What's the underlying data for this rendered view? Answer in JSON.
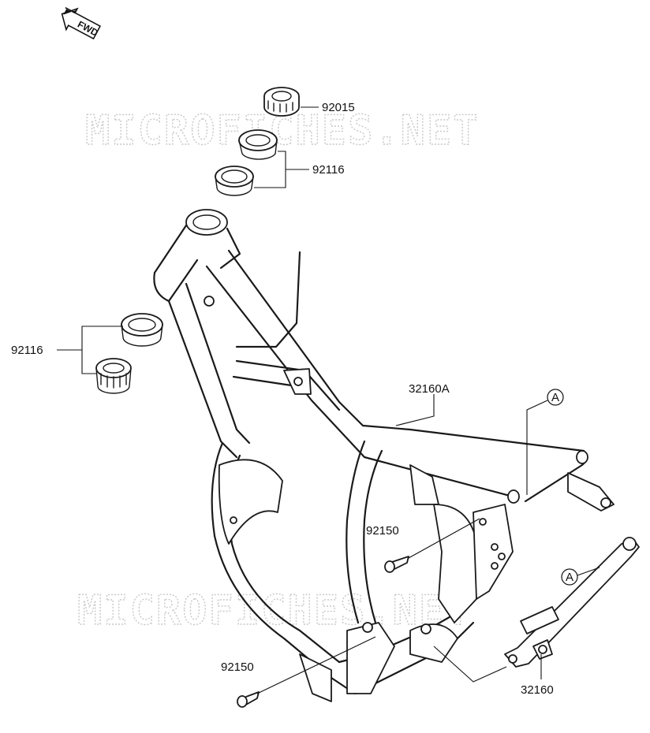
{
  "fwd_label": "FWD",
  "watermark": "MICROFICHES.NET",
  "callouts": {
    "p92015": "92015",
    "p92116_top": "92116",
    "p92116_left": "92116",
    "p32160A": "32160A",
    "ref_a_top": "A",
    "p92150_mid": "92150",
    "ref_a_right": "A",
    "p92150_bottom": "92150",
    "p32160": "32160"
  },
  "colors": {
    "ink": "#111111",
    "watermark": "#c8c8c8",
    "background": "#ffffff"
  }
}
